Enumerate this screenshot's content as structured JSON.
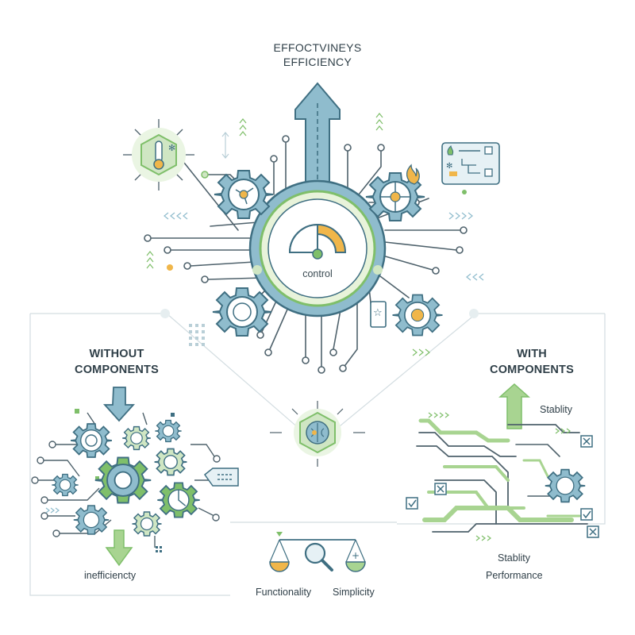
{
  "header": {
    "title_line1": "EFFOCTVINEYS",
    "title_line2": "EFFICIENCY"
  },
  "hub": {
    "label": "control",
    "gauge_level_fraction": 0.55
  },
  "left_panel": {
    "heading_line1": "WITHOUT",
    "heading_line2": "COMPONENTS",
    "footer": "inefficiencty"
  },
  "right_panel": {
    "heading_line1": "WITH",
    "heading_line2": "COMPONENTS",
    "tag_top": "Stablity",
    "tag_bottom1": "Stablity",
    "tag_bottom2": "Performance"
  },
  "bottom": {
    "left_label": "Functionality",
    "right_label": "Simplicity"
  },
  "icons": [
    "thermometer-icon",
    "gear-icon",
    "control-gauge-icon",
    "flowchart-card-icon",
    "flame-icon",
    "brain-icon",
    "balance-scale-icon",
    "magnifier-icon",
    "arrow-up-icon",
    "arrow-down-icon",
    "checkbox-icon",
    "star-card-icon"
  ],
  "colors": {
    "teal": "#6fa3b8",
    "teal_dark": "#3f6f82",
    "green": "#7fbf6a",
    "green_light": "#cfe6c3",
    "amber": "#f0b64a",
    "line": "#4f626c",
    "light_line": "#c9d6dc"
  }
}
